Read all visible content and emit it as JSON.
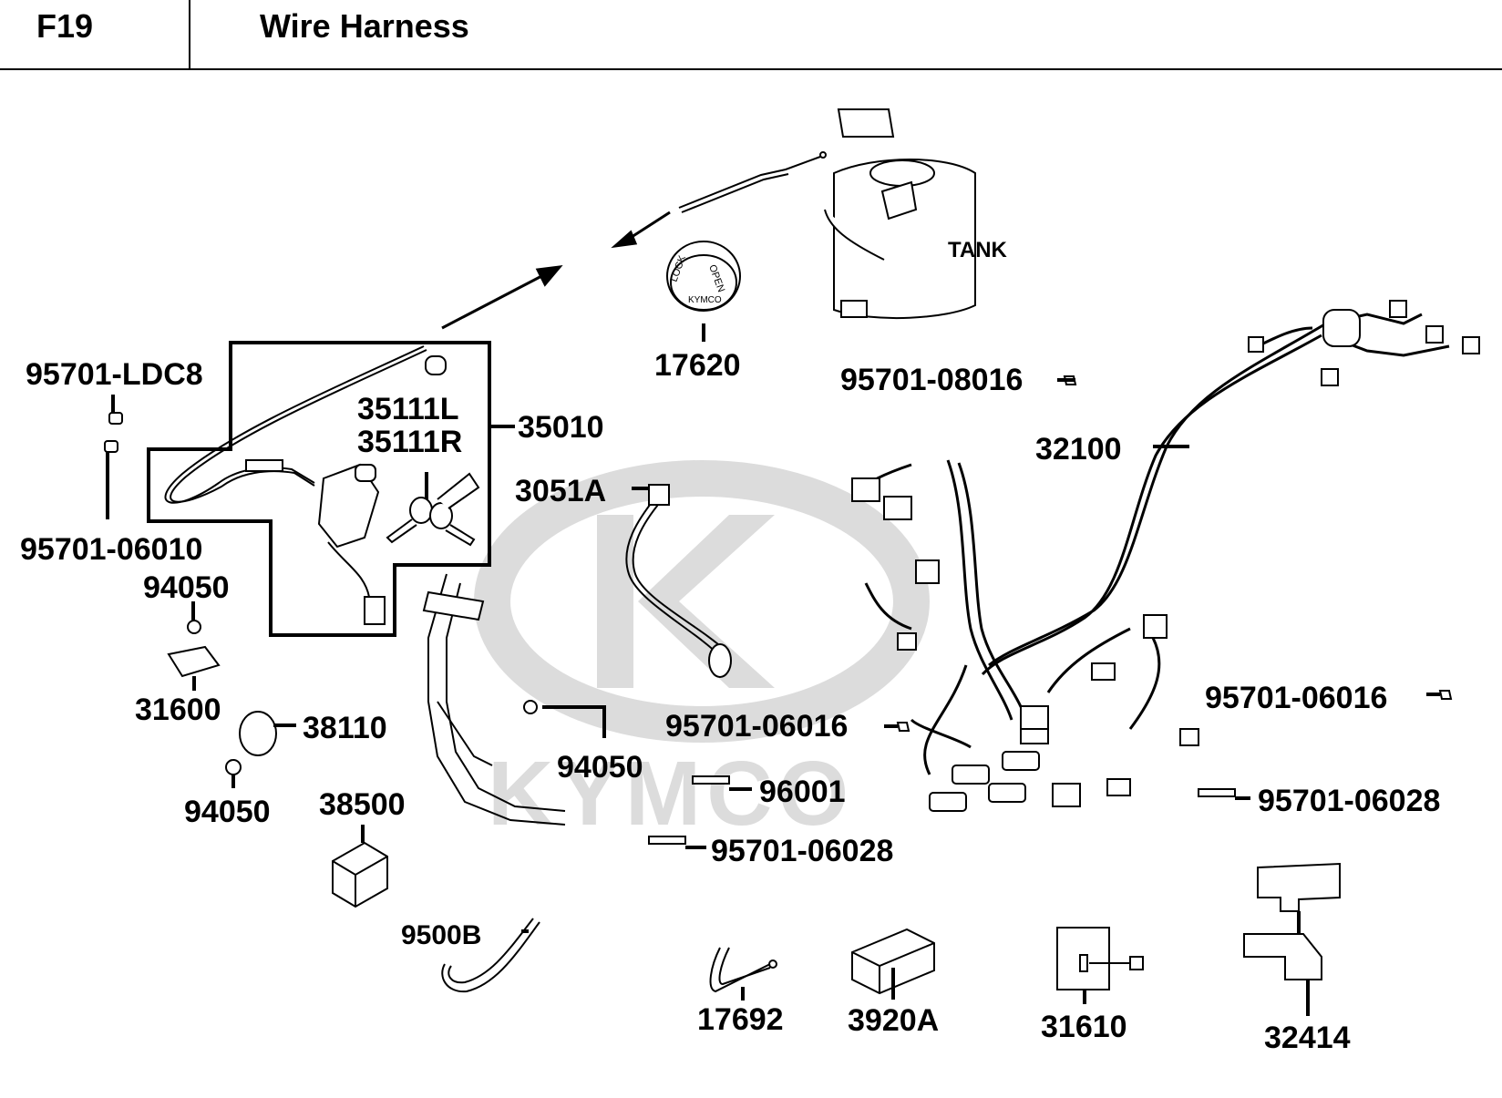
{
  "header": {
    "code": "F19",
    "title": "Wire Harness"
  },
  "watermark": {
    "text": "KYMCO",
    "color": "#d9d9d9"
  },
  "tank_label": "TANK",
  "cap_text": {
    "lock": "LOCK",
    "open": "OPEN",
    "brand": "KYMCO"
  },
  "callouts": {
    "c17620": "17620",
    "c95701_08016": "95701-08016",
    "c95701_ldc8": "95701-LDC8",
    "c35111l": "35111L",
    "c35111r": "35111R",
    "c35010": "35010",
    "c32100": "32100",
    "c3051a": "3051A",
    "c95701_06010": "95701-06010",
    "c94050_a": "94050",
    "c31600": "31600",
    "c38110": "38110",
    "c94050_b": "94050",
    "c94050_c": "94050",
    "c95701_06016_a": "95701-06016",
    "c95701_06016_b": "95701-06016",
    "c96001": "96001",
    "c95701_06028_a": "95701-06028",
    "c95701_06028_b": "95701-06028",
    "c38500": "38500",
    "c9500b": "9500B",
    "c17692": "17692",
    "c3920a": "3920A",
    "c31610": "31610",
    "c32414": "32414"
  }
}
